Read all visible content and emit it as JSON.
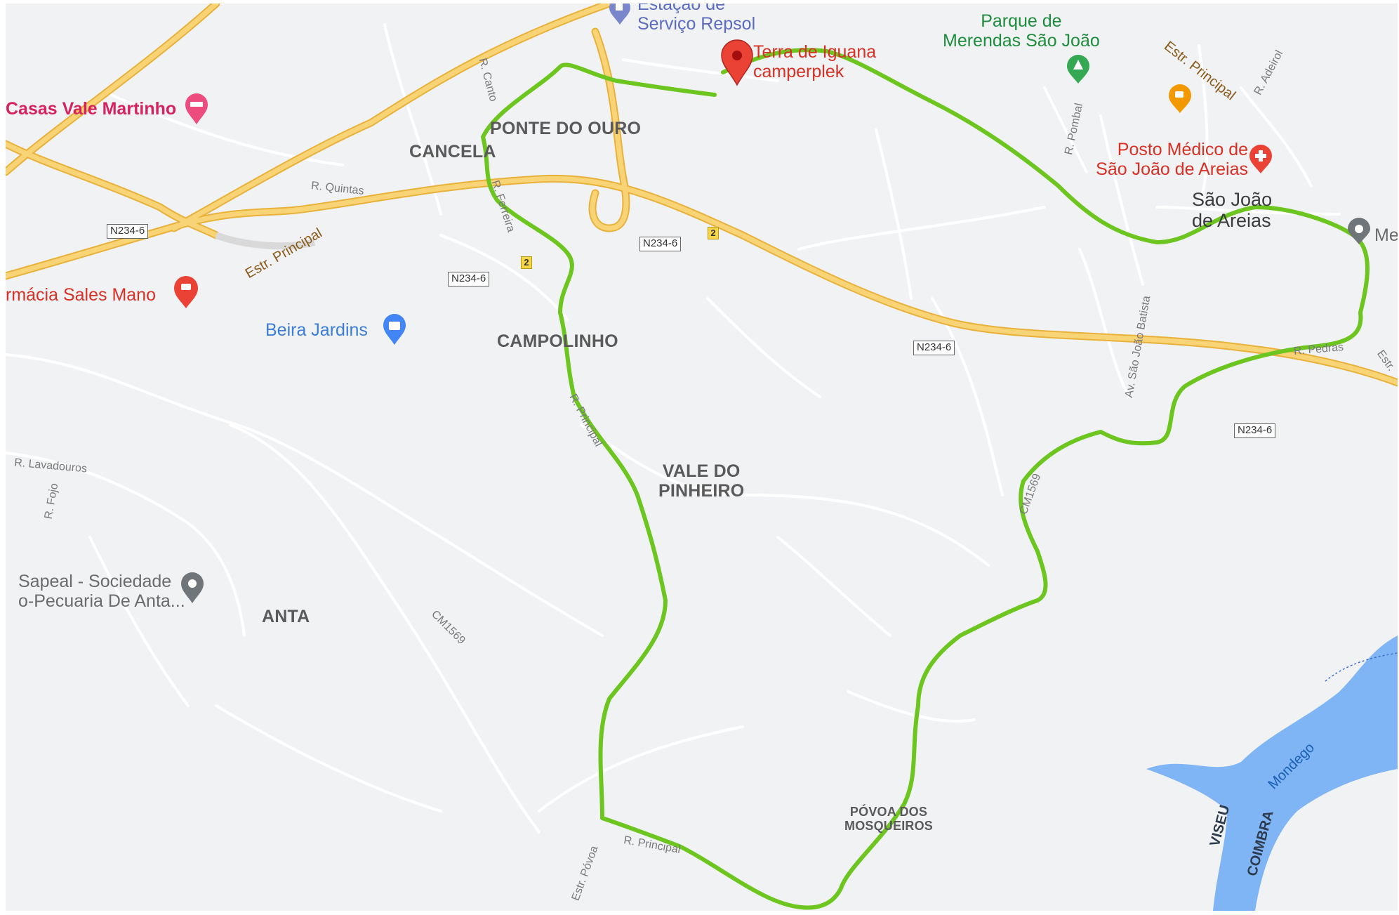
{
  "places": {
    "ponte_do_ouro": "PONTE DO OURO",
    "cancela": "CANCELA",
    "campolinho": "CAMPOLINHO",
    "vale_do_pinheiro_1": "VALE DO",
    "vale_do_pinheiro_2": "PINHEIRO",
    "anta": "ANTA",
    "povoa_1": "PÓVOA DOS",
    "povoa_2": "MOSQUEIROS",
    "sao_joao_1": "São João",
    "sao_joao_2": "de Areias"
  },
  "pois": {
    "repsol_1": "Estação de",
    "repsol_2": "Serviço Repsol",
    "terra_1": "Terra de Iguana",
    "terra_2": "camperplek",
    "parque_1": "Parque de",
    "parque_2": "Merendas São João",
    "posto_1": "Posto Médico de",
    "posto_2": "São João de Areias",
    "casas": "Casas Vale Martinho",
    "farmacia": "rmácia Sales Mano",
    "beira": "Beira Jardins",
    "sapeal_1": "Sapeal - Sociedade",
    "sapeal_2": "o-Pecuaria De Anta...",
    "me": "Me"
  },
  "streets": {
    "r_canto": "R. Canto",
    "r_quintas": "R. Quintas",
    "estr_principal_w": "Estr. Principal",
    "estr_principal_ne": "Estr. Principal",
    "r_adeirol": "R. Adeirol",
    "r_pombal": "R. Pombal",
    "av_sao_joao": "Av. São João Batista",
    "r_lavadouros": "R. Lavadouros",
    "r_fojo": "R. Fojo",
    "cm1569": "CM1569",
    "r_principal_mid": "R. Principal",
    "r_principal_s": "R. Principal",
    "estr_povoa": "Estr. Póvoa",
    "cm569_e": "CM1569",
    "r_fr": "R. Ferreira",
    "r_e": "R. Pedras",
    "estr_e": "Estr."
  },
  "road_shields": {
    "n234_w": "N234-6",
    "n234_mid": "N234-6",
    "n234_c": "N234-6",
    "n234_e1": "N234-6",
    "n234_e2": "N234-6",
    "r2_a": "2",
    "r2_b": "2"
  },
  "water": {
    "river": "Mondego",
    "viseu": "VISEU",
    "coimbra": "COIMBRA"
  },
  "colors": {
    "background": "#f1f2f4",
    "highway": "#f6c453",
    "route": "#6cc61f",
    "water": "#7fb4f5",
    "minor_road": "#ffffff"
  }
}
